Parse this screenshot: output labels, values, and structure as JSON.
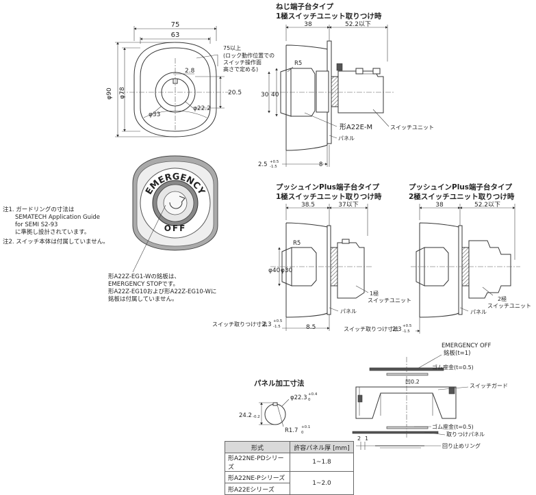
{
  "front": {
    "w75": "75",
    "w63": "63",
    "d90": "φ90",
    "d78": "φ78",
    "h2_8": "2.8",
    "h20_5": "20.5",
    "d33": "φ33",
    "d22_2": "φ22.2",
    "note75": [
      "75以上",
      "(ロック動作位置での",
      "スイッチ操作面",
      "高さで定める)"
    ]
  },
  "emergency": {
    "top": "EMERGENCY",
    "bottom": "OFF"
  },
  "notes": {
    "n1": [
      "注1. ガードリングの寸法は",
      "SEMATECH Application Guide",
      "for SEMI S2-93",
      "に準拠し設計されています。"
    ],
    "n2": "注2. スイッチ本体は付属していません。"
  },
  "caption_plate": [
    "形A22Z-EG1-Wの銘板は、",
    "EMERGENCY STOPです。",
    "形A22Z-EG10および形A22Z-EG10-Wに",
    "銘板は付属していません。"
  ],
  "screw": {
    "title1": "ねじ端子台タイプ",
    "title2": "1極スイッチユニット取りつけ時",
    "d38": "38",
    "d52": "52.2以下",
    "r5": "R5",
    "d30": "30",
    "d40": "40",
    "model": "形A22E-M",
    "unit": "スイッチユニット",
    "panel": "パネル",
    "t25": "2.5",
    "t25_up": "+0.5",
    "t25_dn": "-1.5",
    "d8": "8"
  },
  "push1": {
    "title1": "プッシュインPlus端子台タイプ",
    "title2": "1極スイッチユニット取りつけ時",
    "d38_5": "38.5",
    "d37": "37以下",
    "r5": "R5",
    "d40": "φ40",
    "d30": "φ30",
    "unit1": "1極",
    "unit2": "スイッチユニット",
    "panel": "パネル",
    "size_lbl": "スイッチ取りつけ寸法",
    "v23": "2.3",
    "v23_up": "+0.5",
    "v23_dn": "-1.5",
    "d8_5": "8.5"
  },
  "push2": {
    "title1": "プッシュインPlus端子台タイプ",
    "title2": "2極スイッチユニット取りつけ時",
    "d38": "38",
    "d52": "52.2以下",
    "unit1": "2極",
    "unit2": "スイッチユニット",
    "panel": "パネル",
    "size_lbl": "スイッチ取りつけ寸法",
    "v23": "2.3",
    "v23_up": "+0.5",
    "v23_dn": "-1.5"
  },
  "cutout": {
    "title": "パネル加工寸法",
    "d22_3": "φ22.3",
    "d22_3_up": "+0.4",
    "d22_3_dn": "0",
    "h24_2": "24.2",
    "h24_2_tol": "-0.2",
    "r1_7": "R1.7",
    "r1_7_up": "+0.1",
    "r1_7_dn": "0"
  },
  "exploded": {
    "eo1": "EMERGENCY OFF",
    "eo2": "銘板(t=1)",
    "rub1": "ゴム座金(t=0.5)",
    "recess": "凹0.2",
    "guard": "スイッチガード",
    "rub2": "ゴム座金(t=0.5)",
    "panel": "取りつけパネル",
    "ring": "回り止めリング",
    "n2": "2",
    "n1": "1"
  },
  "table": {
    "headers": [
      "形式",
      "許容パネル厚 [mm]"
    ],
    "rows": [
      {
        "model": "形A22NE-PDシリーズ",
        "thick": "1~1.8"
      },
      {
        "model": "形A22NE-Pシリーズ",
        "thick": "1~2.0"
      },
      {
        "model": "形A22Eシリーズ",
        "thick": ""
      }
    ]
  }
}
